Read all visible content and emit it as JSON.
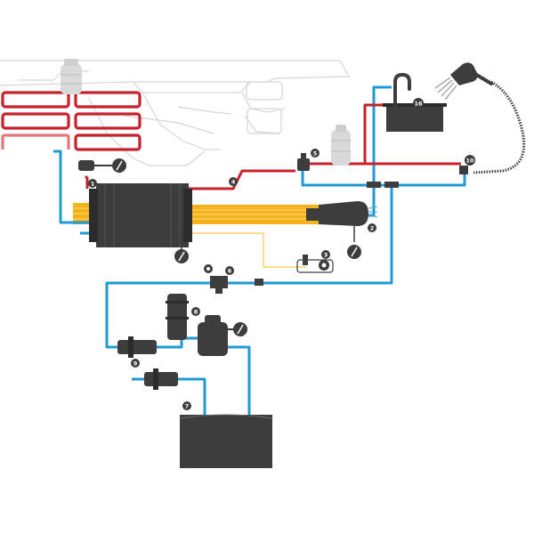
{
  "diagram": {
    "colors": {
      "hot_water": "#c8202c",
      "cold_water": "#1e9ad6",
      "exhaust": "#f6b21a",
      "component": "#3d3d3d",
      "signal_wire": "#f2c94c",
      "outline": "#cfcfcf"
    },
    "labels": [
      {
        "id": "callout-1",
        "text": "1"
      },
      {
        "id": "callout-2",
        "text": "2"
      },
      {
        "id": "callout-3",
        "text": "3"
      },
      {
        "id": "callout-4",
        "text": "4"
      },
      {
        "id": "callout-5",
        "text": "5"
      },
      {
        "id": "callout-6",
        "text": "6"
      },
      {
        "id": "callout-7",
        "text": "7"
      },
      {
        "id": "callout-8",
        "text": "8"
      },
      {
        "id": "callout-9",
        "text": "9"
      },
      {
        "id": "callout-10",
        "text": "10"
      },
      {
        "id": "callout-16",
        "text": "16"
      }
    ],
    "icons": [
      "thermometer-icon",
      "faucet-icon",
      "shower-head-icon",
      "engine-icon",
      "tank-icon",
      "pump-icon",
      "accumulator-icon",
      "filter-icon",
      "valve-icon",
      "sensor-icon",
      "sink-icon"
    ]
  }
}
